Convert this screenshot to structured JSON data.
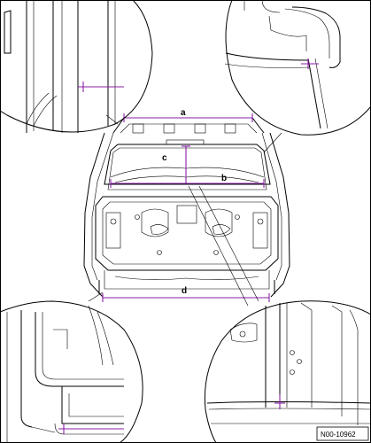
{
  "labels": {
    "a": "a",
    "b": "b",
    "c": "c",
    "d": "d"
  },
  "reference": "N00-10962",
  "colors": {
    "line": "#000000",
    "dimension": "#8a1ea6",
    "background": "#ffffff"
  }
}
